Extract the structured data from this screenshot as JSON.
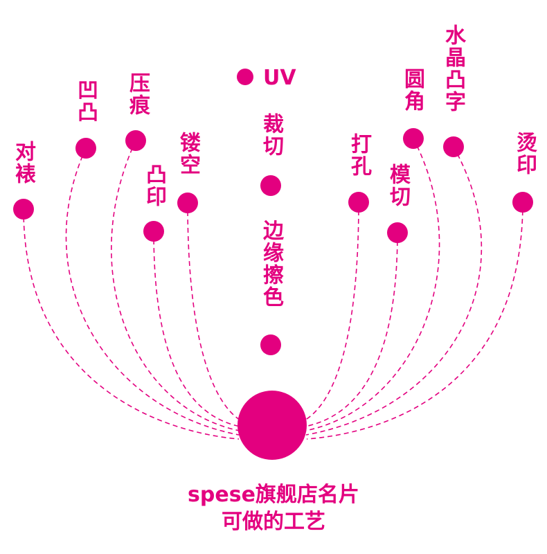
{
  "colors": {
    "accent": "#e3007f"
  },
  "techniques": [
    {
      "id": "duibiao",
      "label": "对裱"
    },
    {
      "id": "aotu",
      "label": "凹凸"
    },
    {
      "id": "yahen",
      "label": "压痕"
    },
    {
      "id": "tuyin",
      "label": "凸印"
    },
    {
      "id": "loukong",
      "label": "镂空"
    },
    {
      "id": "uv",
      "label": "UV"
    },
    {
      "id": "caiqie",
      "label": "裁切"
    },
    {
      "id": "bianyuan",
      "label": "边缘擦色"
    },
    {
      "id": "dakong",
      "label": "打孔"
    },
    {
      "id": "moqie",
      "label": "模切"
    },
    {
      "id": "yuanjiao",
      "label": "圆角"
    },
    {
      "id": "shuijing",
      "label": "水晶凸字"
    },
    {
      "id": "tangyin",
      "label": "烫印"
    }
  ],
  "caption": {
    "line1": "spese旗舰店名片",
    "line2": "可做的工艺"
  }
}
